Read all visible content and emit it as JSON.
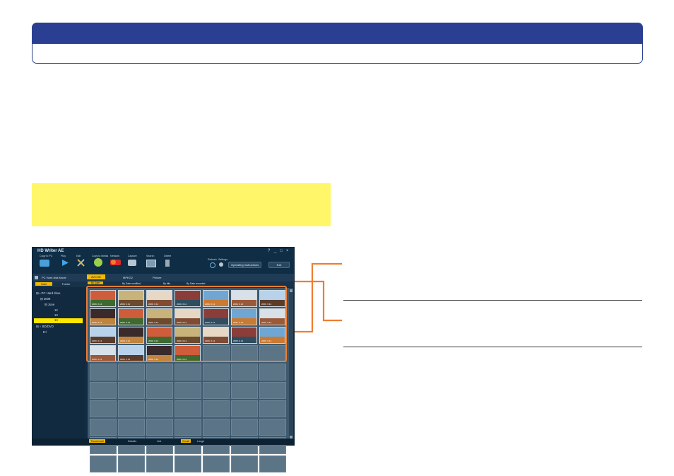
{
  "app": {
    "title": "HD Writer AE",
    "window_controls": [
      "?",
      "_",
      "□",
      "×"
    ],
    "toolbar": [
      {
        "label": "Copy to PC",
        "icon": "copy-pc-icon"
      },
      {
        "label": "Play",
        "icon": "play-icon"
      },
      {
        "label": "Edit",
        "icon": "edit-icon"
      },
      {
        "label": "Copy to Media",
        "icon": "copy-media-icon"
      },
      {
        "label": "Network",
        "icon": "youtube-icon"
      },
      {
        "label": "Capture",
        "icon": "camera-icon"
      },
      {
        "label": "Search",
        "icon": "search-icon"
      },
      {
        "label": "Delete",
        "icon": "trash-icon"
      }
    ],
    "refresh_label": "Refresh",
    "settings_label": "Settings",
    "operating_instructions": "Operating Instructions",
    "exit_label": "Exit",
    "mode_label": "PC Hard disk Mode",
    "media_tabs": [
      "AVCHD",
      "MPEG2",
      "Picture"
    ],
    "view_toggles": [
      "Date",
      "Folder"
    ],
    "sort_options": [
      "By Date",
      "By Date modified",
      "By title",
      "By Date recorded"
    ],
    "tree": {
      "root": "PC Hard drive",
      "year": "2009",
      "month": "June",
      "days": [
        "12",
        "13",
        "14"
      ],
      "selected_day": "14",
      "disc": "BD/DVD",
      "disc_child": "E:\\"
    },
    "thumb_date": "2009. 6.14",
    "thumbnail_count": 25,
    "status_bar": [
      "Thumbnail",
      "Details",
      "List",
      "Small",
      "Large"
    ]
  },
  "colors": {
    "header_blue": "#2b3f92",
    "note_yellow": "#fff769",
    "callout_orange": "#ef7d31",
    "app_bg": "#0f2d44"
  }
}
